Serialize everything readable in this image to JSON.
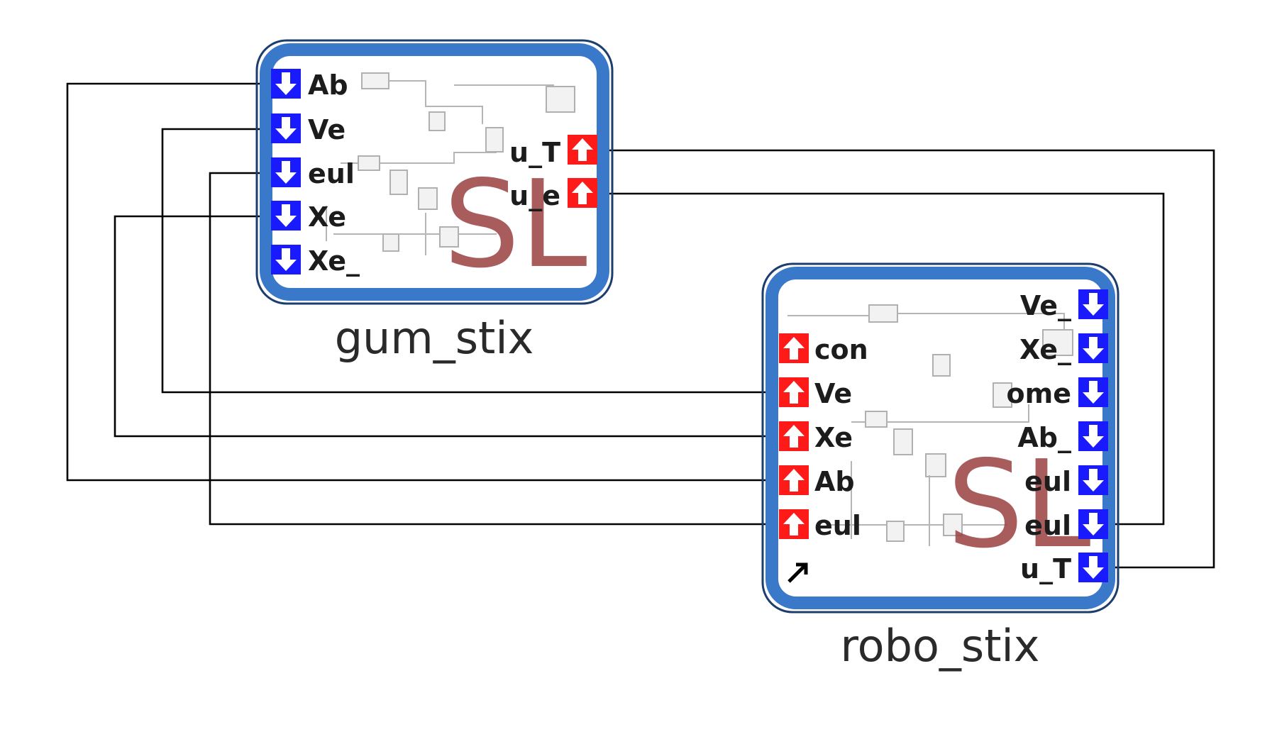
{
  "blocks": {
    "gum_stix": {
      "name": "gum_stix",
      "logo": "SL",
      "inports": [
        "Ab",
        "Ve",
        "eul",
        "Xe",
        "Xe_"
      ],
      "outports": [
        "u_T",
        "u_e"
      ]
    },
    "robo_stix": {
      "name": "robo_stix",
      "logo": "SL",
      "inports": [
        "Ve_",
        "Xe_",
        "ome",
        "Ab_",
        "eul",
        "eul",
        "u_T"
      ],
      "outports": [
        "con",
        "Ve",
        "Xe",
        "Ab",
        "eul"
      ]
    }
  },
  "connections": [
    {
      "from": "robo_stix.Ab",
      "to": "gum_stix.Ab"
    },
    {
      "from": "robo_stix.Ve",
      "to": "gum_stix.Ve"
    },
    {
      "from": "robo_stix.eul",
      "to": "gum_stix.eul"
    },
    {
      "from": "robo_stix.Xe",
      "to": "gum_stix.Xe"
    },
    {
      "from": "gum_stix.u_T",
      "to": "robo_stix.u_T"
    },
    {
      "from": "gum_stix.u_e",
      "to": "robo_stix.eul"
    }
  ],
  "colors": {
    "block_border": "#3a78c9",
    "inport": "#1a1aff",
    "outport": "#ff1a1a",
    "logo": "#9a3f3f"
  }
}
